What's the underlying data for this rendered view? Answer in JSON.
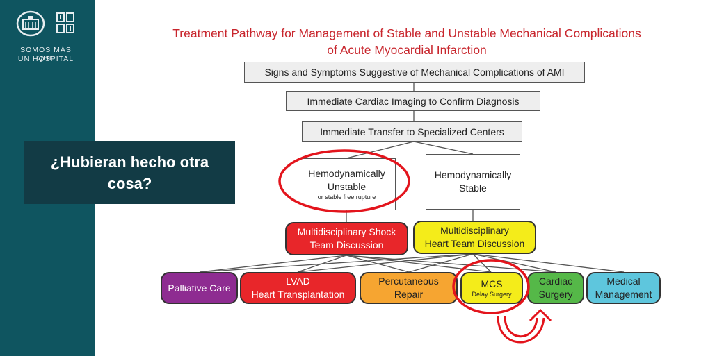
{
  "sidebar": {
    "brand_line1": "SOMOS MÁS QUE",
    "brand_line2": "UN HOSPITAL",
    "bg_color": "#0f5560"
  },
  "question": {
    "text": "¿Hubieran hecho otra cosa?",
    "bg_color": "#123b45"
  },
  "title": {
    "line1": "Treatment Pathway for Management of Stable and Unstable Mechanical Complications",
    "line2": "of Acute Myocardial Infarction",
    "color": "#c8262d"
  },
  "flow": {
    "step1": "Signs and Symptoms Suggestive of Mechanical Complications of AMI",
    "step2": "Immediate Cardiac Imaging to Confirm Diagnosis",
    "step3": "Immediate Transfer to Specialized Centers",
    "unstable": {
      "line1": "Hemodynamically",
      "line2": "Unstable",
      "note": "or stable free rupture"
    },
    "stable": {
      "line1": "Hemodynamically",
      "line2": "Stable"
    },
    "shock_team": {
      "line1": "Multidisciplinary Shock",
      "line2": "Team Discussion",
      "color": "#e8262a"
    },
    "heart_team": {
      "line1": "Multidisciplinary",
      "line2": "Heart Team Discussion",
      "color": "#f4ec1a"
    }
  },
  "options": [
    {
      "line1": "Palliative Care",
      "line2": "",
      "color": "#8e2c91"
    },
    {
      "line1": "LVAD",
      "line2": "Heart Transplantation",
      "color": "#e8262a"
    },
    {
      "line1": "Percutaneous",
      "line2": "Repair",
      "color": "#f6a531"
    },
    {
      "line1": "MCS",
      "line2": "Delay Surgery",
      "color": "#f4ec1a"
    },
    {
      "line1": "Cardiac",
      "line2": "Surgery",
      "color": "#55b848"
    },
    {
      "line1": "Medical",
      "line2": "Management",
      "color": "#5ec6dd"
    }
  ],
  "highlight_color": "#e3141c"
}
